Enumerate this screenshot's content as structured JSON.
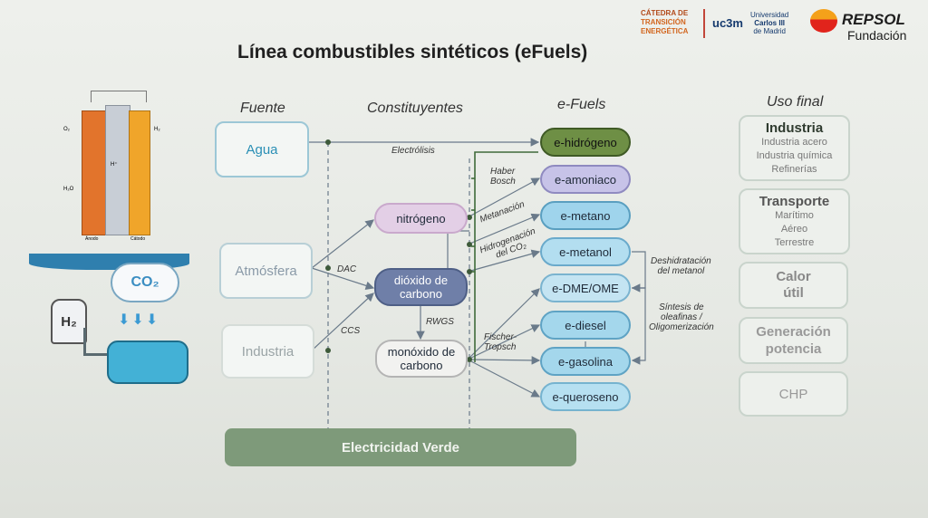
{
  "logos": {
    "catedra": [
      "CÁTEDRA DE",
      "TRANSICIÓN",
      "ENERGÉTICA"
    ],
    "uc3m": "uc3m",
    "uc3m_name": [
      "Universidad",
      "Carlos III",
      "de Madrid"
    ],
    "repsol": "REPSOL",
    "fundacion": "Fundación"
  },
  "title": "Línea combustibles sintéticos (eFuels)",
  "columns": {
    "fuente": "Fuente",
    "constituyentes": "Constituyentes",
    "efuels": "e-Fuels",
    "uso_final": "Uso final"
  },
  "sources": {
    "agua": "Agua",
    "atmosfera": "Atmósfera",
    "industria": "Industria"
  },
  "constituents": {
    "nitrogeno": "nitrógeno",
    "dioxido": [
      "dióxido de",
      "carbono"
    ],
    "monoxido": [
      "monóxido de",
      "carbono"
    ]
  },
  "efuels": {
    "hidrogeno": "e-hidrógeno",
    "amoniaco": "e-amoniaco",
    "metano": "e-metano",
    "metanol": "e-metanol",
    "dme": "e-DME/OME",
    "diesel": "e-diesel",
    "gasolina": "e-gasolina",
    "queroseno": "e-queroseno"
  },
  "process_labels": {
    "electrolisis": "Electrólisis",
    "haber": [
      "Haber",
      "Bosch"
    ],
    "metanacion": "Metanación",
    "hidrogenacion": [
      "Hidrogenación",
      "del CO₂"
    ],
    "dac": "DAC",
    "ccs": "CCS",
    "rwgs": "RWGS",
    "fischer": [
      "Fischer-",
      "Tropsch"
    ],
    "deshidratacion": [
      "Deshidratación",
      "del metanol"
    ],
    "sintesis": [
      "Síntesis de",
      "oleafinas /",
      "Oligomerización"
    ]
  },
  "uso_final": [
    {
      "title": "Industria",
      "items": [
        "Industria acero",
        "Industria química",
        "Refinerías"
      ]
    },
    {
      "title": "Transporte",
      "items": [
        "Marítimo",
        "Aéreo",
        "Terrestre"
      ]
    },
    {
      "title": "Calor útil",
      "items": []
    },
    {
      "title": "Generación potencia",
      "items": []
    },
    {
      "title": "CHP",
      "items": []
    }
  ],
  "bottom_bar": "Electricidad Verde",
  "illustration": {
    "co2_label": "CO₂",
    "h2_label": "H₂",
    "o2": "O₂",
    "h2": "H₂",
    "h2o": "H₂O",
    "hplus": "H⁺",
    "anode": "Ánodo",
    "cathode": "Cátodo"
  },
  "colors": {
    "agua": "#2a8fb5",
    "hidrogeno_fill": "#6e8f45",
    "amoniaco_fill": "#c7c3e8",
    "metano_fill": "#9fd4ec",
    "dioxido_fill": "#6f7fa8",
    "nitrogeno_fill": "#e3cfe6",
    "bar": "#7e9a7a"
  }
}
